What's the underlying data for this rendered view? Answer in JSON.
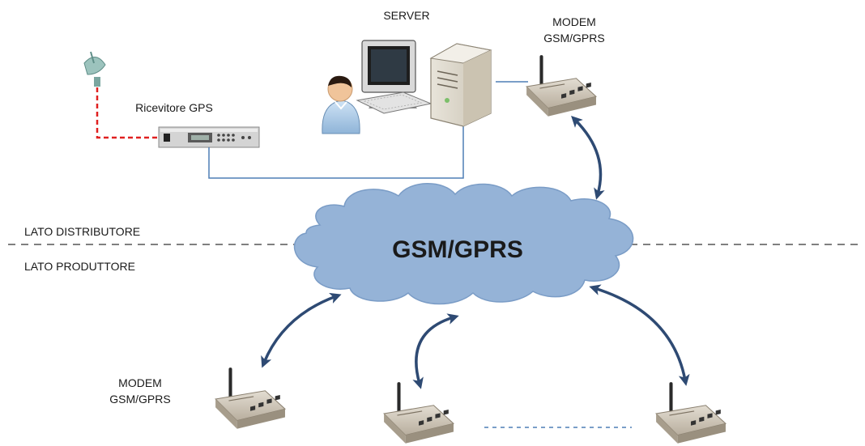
{
  "labels": {
    "server": "SERVER",
    "modem_top_line1": "MODEM",
    "modem_top_line2": "GSM/GPRS",
    "gps_receiver": "Ricevitore GPS",
    "cloud": "GSM/GPRS",
    "side_distributor": "LATO DISTRIBUTORE",
    "side_producer": "LATO PRODUTTORE",
    "modem_bottom_line1": "MODEM",
    "modem_bottom_line2": "GSM/GPRS"
  },
  "colors": {
    "cloud_fill": "#95b3d7",
    "cloud_stroke": "#7a9cc6",
    "arrow": "#2e4a73",
    "link_line": "#4f7fb5",
    "gps_cable": "#e02020",
    "divider": "#555555",
    "modem_body": "#cfc6b8"
  },
  "icons": {
    "gps_antenna": "satellite-dish-icon",
    "user": "user-icon",
    "monitor": "monitor-icon",
    "server": "server-tower-icon",
    "modem": "modem-icon",
    "gps_device": "gps-receiver-icon"
  }
}
